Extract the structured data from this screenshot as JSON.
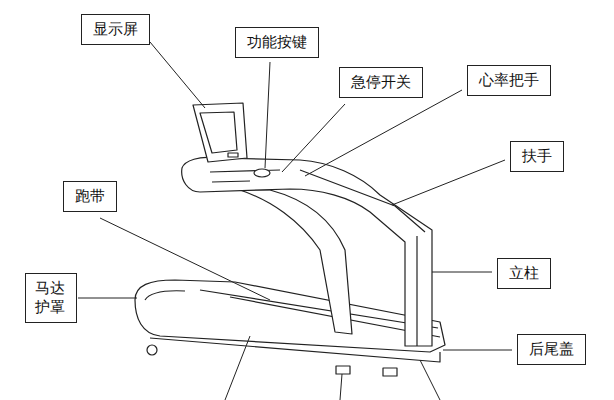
{
  "diagram": {
    "nodes": [
      {
        "text": [
          "显示屏"
        ]
      },
      {
        "text": [
          "功能按键"
        ]
      },
      {
        "text": [
          "急停开关"
        ]
      },
      {
        "text": [
          "心率把手"
        ]
      },
      {
        "text": [
          "扶手"
        ]
      },
      {
        "text": [
          "跑带"
        ]
      },
      {
        "text": [
          "立柱"
        ]
      },
      {
        "text": [
          "马达 护罩"
        ]
      },
      {
        "text": [
          "后尾盖"
        ]
      }
    ]
  }
}
